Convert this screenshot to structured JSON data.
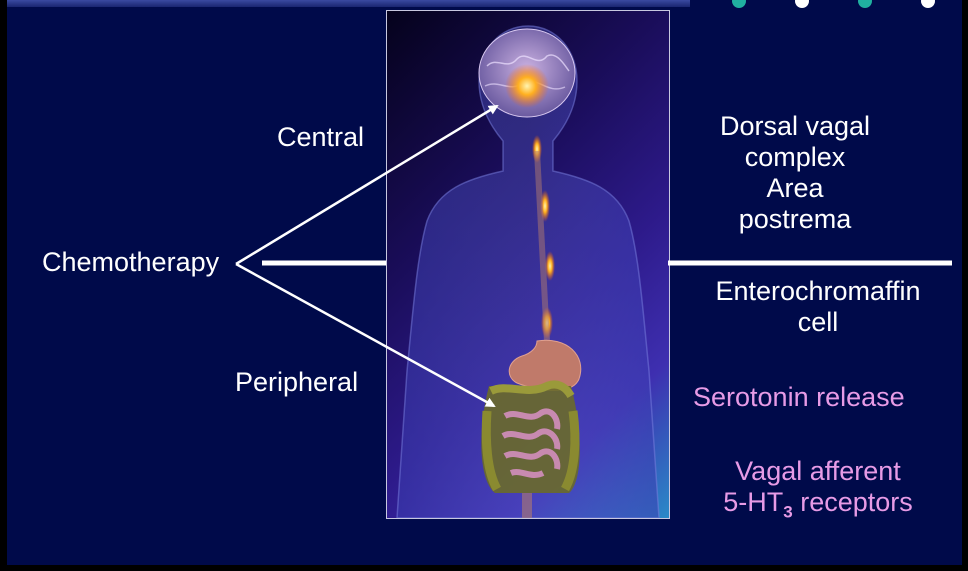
{
  "labels": {
    "chemotherapy": "Chemotherapy",
    "central": "Central",
    "peripheral": "Peripheral"
  },
  "central_targets": {
    "line1": "Dorsal vagal",
    "line2": "complex",
    "line3": "Area",
    "line4": "postrema"
  },
  "peripheral_targets": {
    "line1": "Enterochromaffin",
    "line2": "cell",
    "serotonin": "Serotonin release",
    "vagal_line1": "Vagal afferent",
    "vagal_line2_prefix": "5-HT",
    "vagal_line2_sub": "3",
    "vagal_line2_suffix": " receptors"
  },
  "colors": {
    "background": "#000a4a",
    "text": "#ffffff",
    "highlight_text": "#e79be6",
    "arrow": "#ffffff",
    "divider": "#ffffff"
  },
  "icons": {
    "figure": "human-body-brain-gut-illustration",
    "top_decor": "teal-and-white-dots"
  }
}
